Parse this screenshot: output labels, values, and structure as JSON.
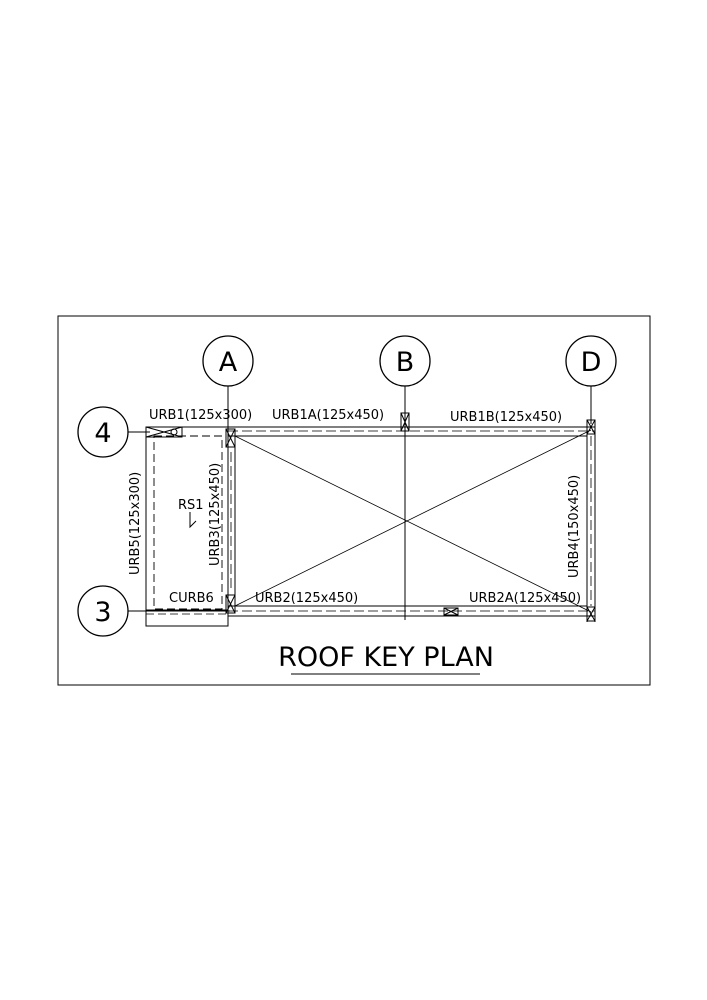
{
  "title": "ROOF KEY PLAN",
  "grid_lines": {
    "columns": [
      "A",
      "B",
      "D"
    ],
    "rows": [
      "4",
      "3"
    ]
  },
  "beams": {
    "urb1": "URB1(125x300)",
    "urb1a": "URB1A(125x450)",
    "urb1b": "URB1B(125x450)",
    "urb2": "URB2(125x450)",
    "urb2a": "URB2A(125x450)",
    "urb3": "URB3(125x450)",
    "urb4": "URB4(150x450)",
    "urb5": "URB5(125x300)",
    "curb6": "CURB6"
  },
  "slab": {
    "rs1": "RS1"
  }
}
